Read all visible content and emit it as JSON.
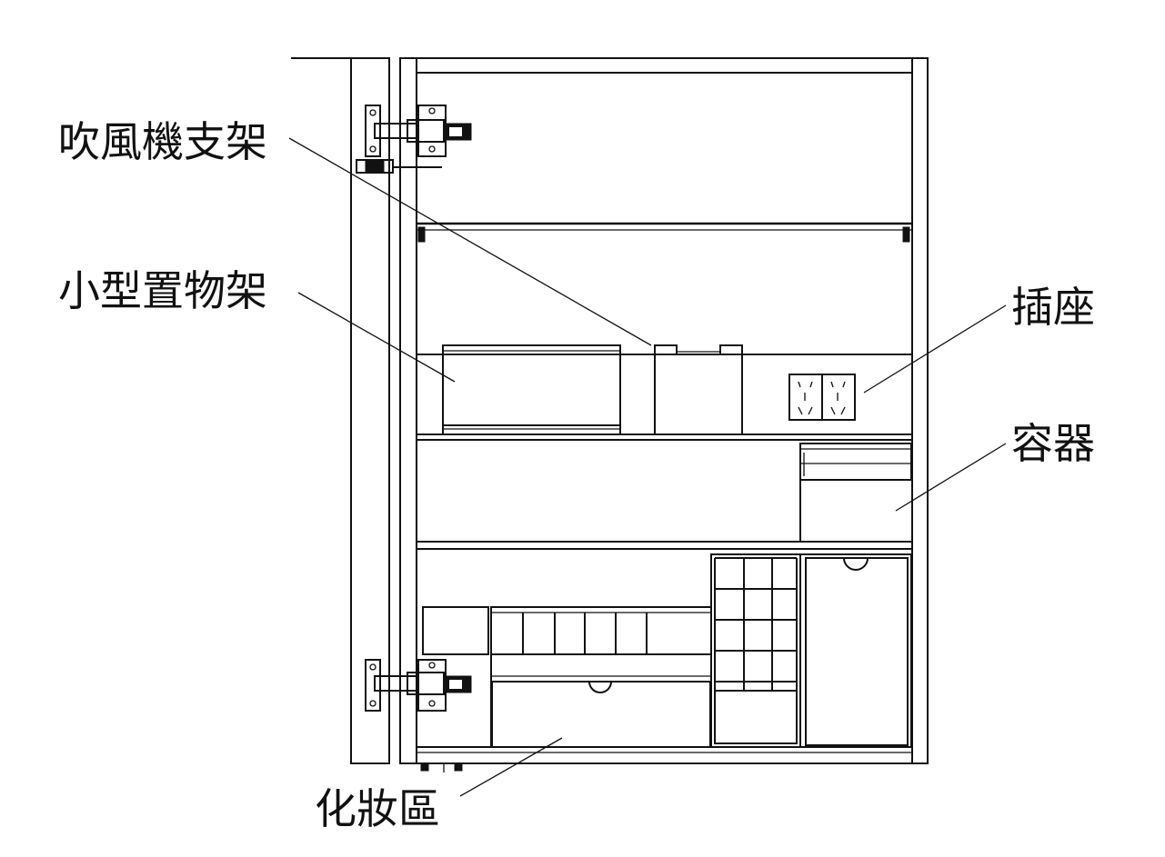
{
  "diagram": {
    "labels": {
      "hair_dryer_holder": "吹風機支架",
      "small_shelf": "小型置物架",
      "socket": "插座",
      "container": "容器",
      "makeup_area": "化妝區"
    }
  }
}
